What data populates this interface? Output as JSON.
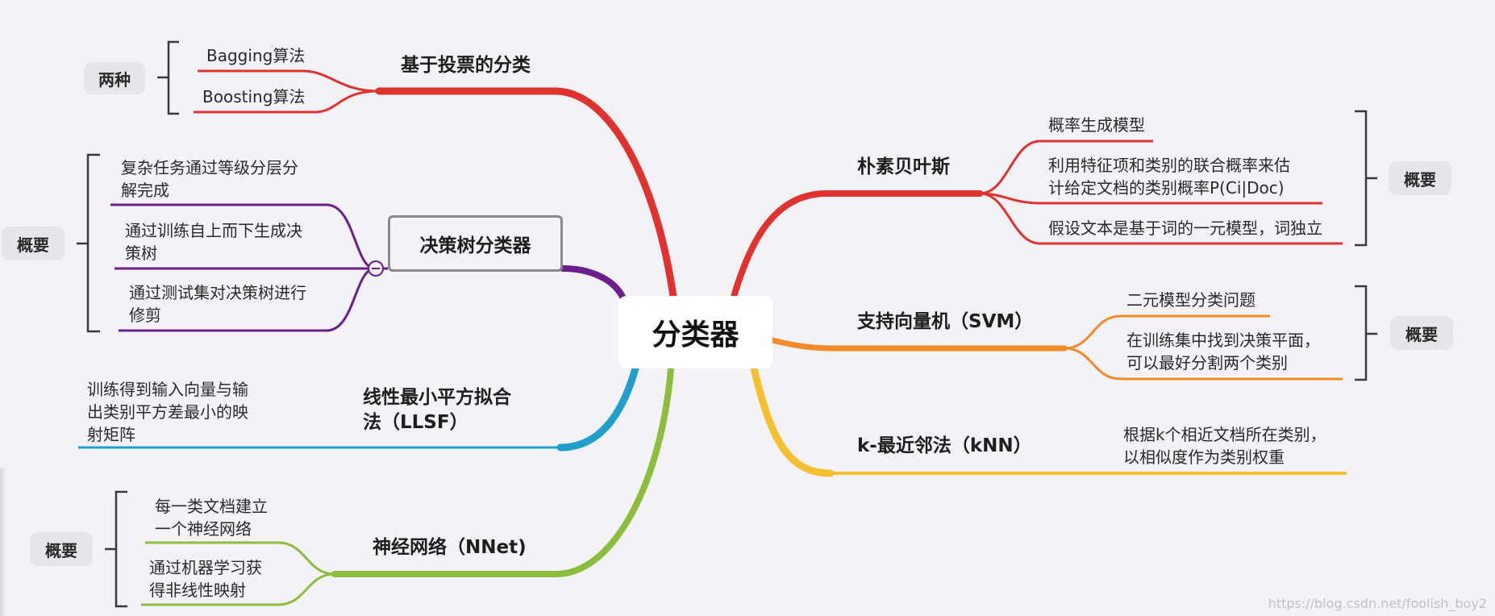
{
  "center": "分类器",
  "colors": {
    "red": "#e0322f",
    "purple": "#6b1f8a",
    "blue": "#1f9fc9",
    "green": "#8cbd3c",
    "orange": "#f28a2a",
    "yellow": "#f5bf2f",
    "bracket": "#3a3a3a"
  },
  "voting": {
    "title": "基于投票的分类",
    "items": [
      "Bagging算法",
      "Boosting算法"
    ],
    "summary": "两种"
  },
  "decision_tree": {
    "title": "决策树分类器",
    "items": [
      [
        "复杂任务通过等级分层分",
        "解完成"
      ],
      [
        "通过训练自上而下生成决",
        "策树"
      ],
      [
        "通过测试集对决策树进行",
        "修剪"
      ]
    ],
    "summary": "概要"
  },
  "llsf": {
    "title": [
      "线性最小平方拟合",
      "法（LLSF）"
    ],
    "items": [
      [
        "训练得到输入向量与输",
        "出类别平方差最小的映",
        "射矩阵"
      ]
    ]
  },
  "nnet": {
    "title": "神经网络（NNet)",
    "items": [
      [
        "每一类文档建立",
        "一个神经网络"
      ],
      [
        "通过机器学习获",
        "得非线性映射"
      ]
    ],
    "summary": "概要"
  },
  "bayes": {
    "title": "朴素贝叶斯",
    "items": [
      [
        "概率生成模型"
      ],
      [
        "利用特征项和类别的联合概率来估",
        "计给定文档的类别概率P(Ci|Doc)"
      ],
      [
        "假设文本是基于词的一元模型，词独立"
      ]
    ],
    "summary": "概要"
  },
  "svm": {
    "title": "支持向量机（SVM）",
    "items": [
      [
        "二元模型分类问题"
      ],
      [
        "在训练集中找到决策平面，",
        "可以最好分割两个类别"
      ]
    ],
    "summary": "概要"
  },
  "knn": {
    "title": "k-最近邻法（kNN）",
    "items": [
      [
        "根据k个相近文档所在类别，",
        "以相似度作为类别权重"
      ]
    ]
  },
  "watermark": "https://blog.csdn.net/foolish_boy2"
}
